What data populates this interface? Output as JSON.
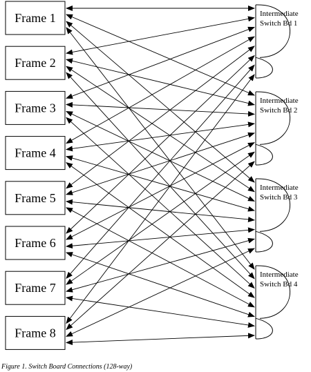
{
  "colors": {
    "stroke": "#000000",
    "background": "#ffffff"
  },
  "frames": [
    {
      "label": "Frame 1"
    },
    {
      "label": "Frame 2"
    },
    {
      "label": "Frame 3"
    },
    {
      "label": "Frame 4"
    },
    {
      "label": "Frame 5"
    },
    {
      "label": "Frame 6"
    },
    {
      "label": "Frame 7"
    },
    {
      "label": "Frame 8"
    }
  ],
  "switch_boards": [
    {
      "line1": "Intermediate",
      "line2": "Switch Bd 1"
    },
    {
      "line1": "Intermediate",
      "line2": "Switch Bd 2"
    },
    {
      "line1": "Intermediate",
      "line2": "Switch Bd 3"
    },
    {
      "line1": "Intermediate",
      "line2": "Switch Bd 4"
    }
  ],
  "connections_per_frame": 4,
  "arrow_style": "double-headed",
  "caption": "Figure 1. Switch Board Connections (128-way)"
}
